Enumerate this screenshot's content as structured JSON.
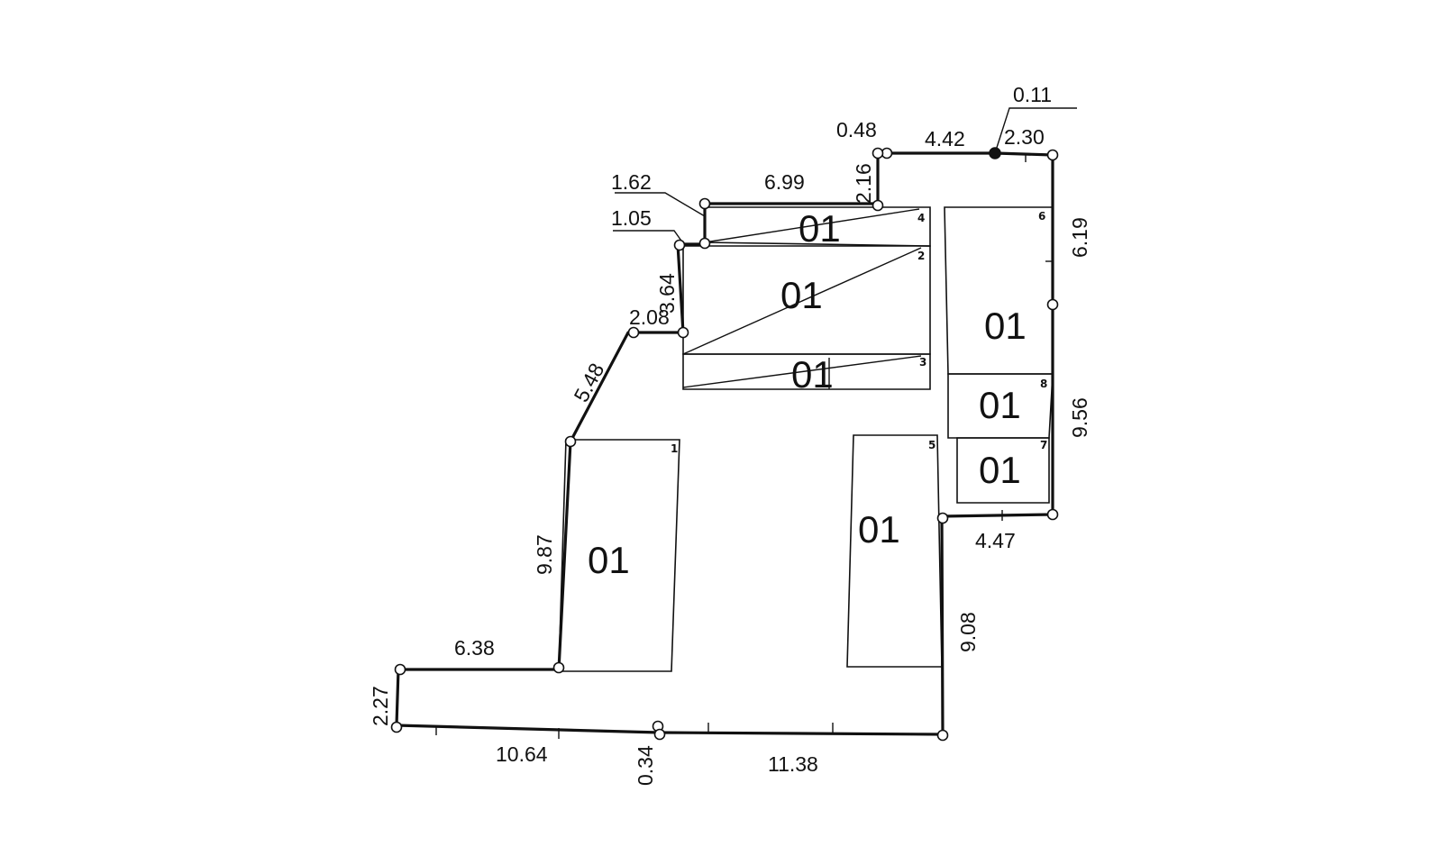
{
  "colors": {
    "line": "#111111",
    "background": "#ffffff"
  },
  "boundary_segments": [
    "0.11",
    "2.30",
    "4.42",
    "0.48",
    "2.16",
    "6.99",
    "1.62",
    "1.05",
    "3.64",
    "2.08",
    "5.48",
    "9.87",
    "6.38",
    "2.27",
    "10.64",
    "0.34",
    "11.38",
    "9.08",
    "4.47",
    "9.56",
    "6.19"
  ],
  "buildings": [
    {
      "number": "1",
      "label": "01"
    },
    {
      "number": "2",
      "label": "01"
    },
    {
      "number": "3",
      "label": "01"
    },
    {
      "number": "4",
      "label": "01"
    },
    {
      "number": "5",
      "label": "01"
    },
    {
      "number": "6",
      "label": "01"
    },
    {
      "number": "7",
      "label": "01"
    },
    {
      "number": "8",
      "label": "01"
    }
  ]
}
